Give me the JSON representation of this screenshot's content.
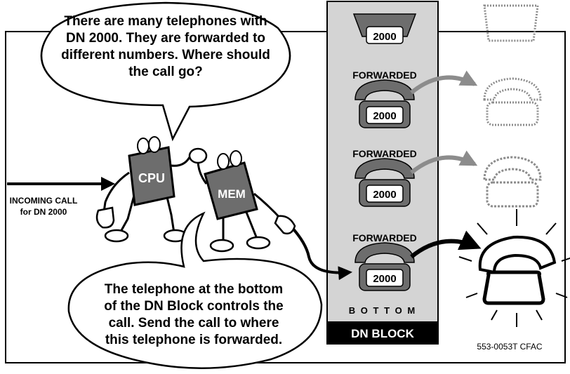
{
  "speech_top": {
    "lines": [
      "There are many telephones with",
      "DN 2000. They are forwarded to",
      "different numbers. Where should",
      "the call go?"
    ]
  },
  "speech_bottom": {
    "lines": [
      "The telephone at the bottom",
      "of the DN Block controls the",
      "call. Send the call to where",
      "this telephone is forwarded."
    ]
  },
  "incoming_call": {
    "line1": "INCOMING CALL",
    "line2": "for DN 2000"
  },
  "characters": {
    "cpu_label": "CPU",
    "mem_label": "MEM"
  },
  "dn_block": {
    "telephones": [
      {
        "forwarded_label": "",
        "number": "2000"
      },
      {
        "forwarded_label": "FORWARDED",
        "number": "2000"
      },
      {
        "forwarded_label": "FORWARDED",
        "number": "2000"
      },
      {
        "forwarded_label": "FORWARDED",
        "number": "2000"
      }
    ],
    "bottom_label": "B O T T O M",
    "title": "DN BLOCK"
  },
  "figure_id": "553-0053T CFAC",
  "colors": {
    "block_fill": "#d4d4d4",
    "phone_gray": "#6d6d6d",
    "arrow_gray": "#8c8c8c",
    "ink": "#000000"
  }
}
